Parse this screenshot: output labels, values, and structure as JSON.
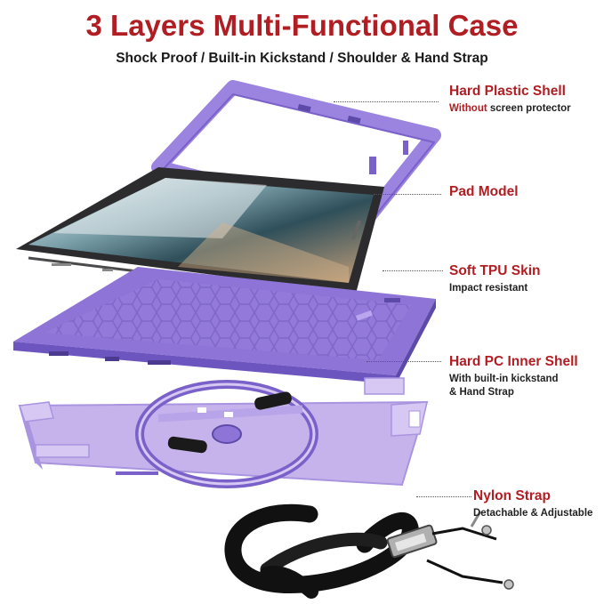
{
  "title": "3 Layers Multi-Functional Case",
  "subtitle": "Shock Proof / Built-in Kickstand / Shoulder & Hand Strap",
  "colors": {
    "accent_red": "#b01e23",
    "case_purple": "#9b83e0",
    "case_purple_dark": "#7a61c9",
    "case_lavender": "#c9b6ec",
    "strap_black": "#111111"
  },
  "callouts": {
    "shell": {
      "head": "Hard Plastic Shell",
      "desc_highlight": "Without",
      "desc_rest": "screen protector"
    },
    "pad": {
      "head": "Pad Model"
    },
    "tpu": {
      "head": "Soft TPU Skin",
      "desc": "Impact resistant"
    },
    "inner": {
      "head": "Hard PC Inner Shell",
      "desc1": "With built-in kickstand",
      "desc2": "& Hand Strap"
    },
    "strap": {
      "head": "Nylon Strap",
      "desc": "Detachable & Adjustable"
    }
  }
}
